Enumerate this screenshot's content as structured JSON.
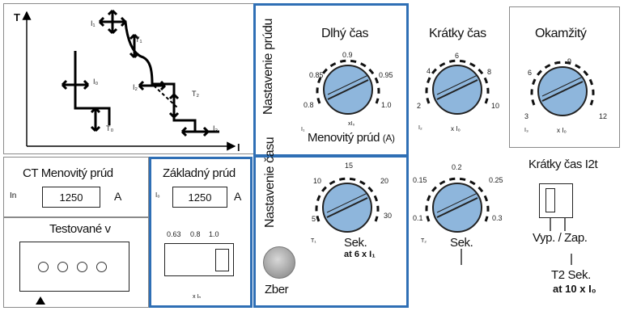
{
  "curve": {
    "axis_t": "T",
    "axis_i": "I",
    "markers": {
      "i_top": "I₁",
      "t1": "T₁",
      "i0": "I₀",
      "t0": "T₀",
      "i2": "I₂",
      "t2": "T₂",
      "i3": "I₃"
    }
  },
  "current_settings": {
    "label": "Nastavenie prúdu",
    "long_time": {
      "title": "Dlhý čas",
      "scale": [
        "0.8",
        "0.85",
        "0.9",
        "0.95",
        "1.0"
      ],
      "unit": "xI₀",
      "prefix": "I₁",
      "footer": "Menovitý prúd",
      "footer_unit": "(A)"
    },
    "short_time": {
      "title": "Krátky čas",
      "scale": [
        "2",
        "4",
        "6",
        "8",
        "10"
      ],
      "left_mark": "I₂",
      "unit": "x I₀"
    },
    "instant": {
      "title": "Okamžitý",
      "scale": [
        "3",
        "6",
        "9",
        "12"
      ],
      "left_mark": "I₃",
      "unit": "x I₀"
    }
  },
  "ct": {
    "title": "CT Menovitý prúd",
    "prefix": "In",
    "value": "1250",
    "unit": "A"
  },
  "base_current": {
    "title": "Základný prúd",
    "prefix": "I₀",
    "value": "1250",
    "unit": "A",
    "switch_scale": [
      "0.63",
      "0.8",
      "1.0"
    ],
    "switch_unit": "x Iₙ"
  },
  "tested": {
    "title": "Testované v"
  },
  "time_settings": {
    "label": "Nastavenie času",
    "long": {
      "scale": [
        "5",
        "10",
        "15",
        "20",
        "30"
      ],
      "left_mark": "T₁",
      "unit": "Sek.",
      "note": "at 6 x I₁"
    },
    "short": {
      "scale": [
        "0.1",
        "0.15",
        "0.2",
        "0.25",
        "0.3"
      ],
      "left_mark": "T₂",
      "unit": "Sek."
    },
    "i2t": {
      "title": "Krátky čas I2t",
      "switch_label": "Vyp. / Zap.",
      "note_line1": "T2 Sek.",
      "note_line2": "at 10 x I₀"
    },
    "button_label": "Zber"
  },
  "colors": {
    "accent": "#2f6fb5",
    "knob": "#8eb6dc"
  }
}
